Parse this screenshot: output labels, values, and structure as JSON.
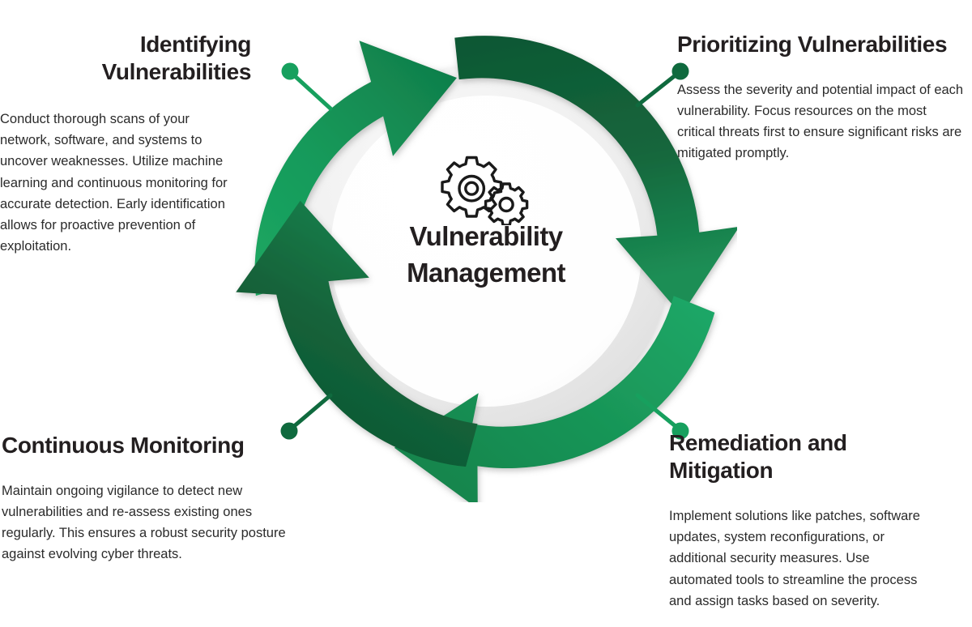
{
  "diagram": {
    "type": "cycle",
    "center": {
      "title_line1": "Vulnerability",
      "title_line2": "Management",
      "icon": "gears-icon"
    },
    "colors": {
      "arrow_dark_green": "#13603A",
      "arrow_light_green": "#17A05E",
      "inner_ring_gray": "#E9E9E9",
      "inner_disc_white": "#FFFFFF",
      "text_dark": "#231F20",
      "background": "#FFFFFF"
    },
    "steps": [
      {
        "id": "identifying",
        "position": "top-left",
        "heading": "Identifying Vulnerabilities",
        "heading_line1": "Identifying",
        "heading_line2": "Vulnerabilities",
        "body": "Conduct thorough scans of your network, software, and systems to uncover weaknesses. Utilize machine learning and continuous monitoring for accurate detection. Early identification allows for proactive prevention of exploitation.",
        "arrow_color": "#17A05E",
        "arrow_direction": "clockwise-top"
      },
      {
        "id": "prioritizing",
        "position": "top-right",
        "heading": "Prioritizing Vulnerabilities",
        "heading_line1": "Prioritizing Vulnerabilities",
        "heading_line2": "",
        "body": "Assess the severity and potential impact of each vulnerability. Focus resources on the most critical threats first to ensure significant risks are mitigated promptly.",
        "arrow_color": "#13603A",
        "arrow_direction": "clockwise-right"
      },
      {
        "id": "remediation",
        "position": "bottom-right",
        "heading": "Remediation and Mitigation",
        "heading_line1": "Remediation and",
        "heading_line2": "Mitigation",
        "body": "Implement solutions like patches, software updates, system reconfigurations, or additional security measures. Use automated tools to streamline the process and assign tasks based on severity.",
        "arrow_color": "#17A05E",
        "arrow_direction": "clockwise-bottom"
      },
      {
        "id": "continuous",
        "position": "bottom-left",
        "heading": "Continuous Monitoring",
        "heading_line1": "Continuous Monitoring",
        "heading_line2": "",
        "body": "Maintain ongoing vigilance to detect new vulnerabilities and re-assess existing ones regularly. This ensures a robust security posture against evolving cyber threats.",
        "arrow_color": "#13603A",
        "arrow_direction": "clockwise-left"
      }
    ],
    "connectors": [
      {
        "id": "connector-top-left",
        "color": "#17A05E"
      },
      {
        "id": "connector-top-right",
        "color": "#13603A"
      },
      {
        "id": "connector-bottom-right",
        "color": "#17A05E"
      },
      {
        "id": "connector-bottom-left",
        "color": "#13603A"
      }
    ]
  }
}
